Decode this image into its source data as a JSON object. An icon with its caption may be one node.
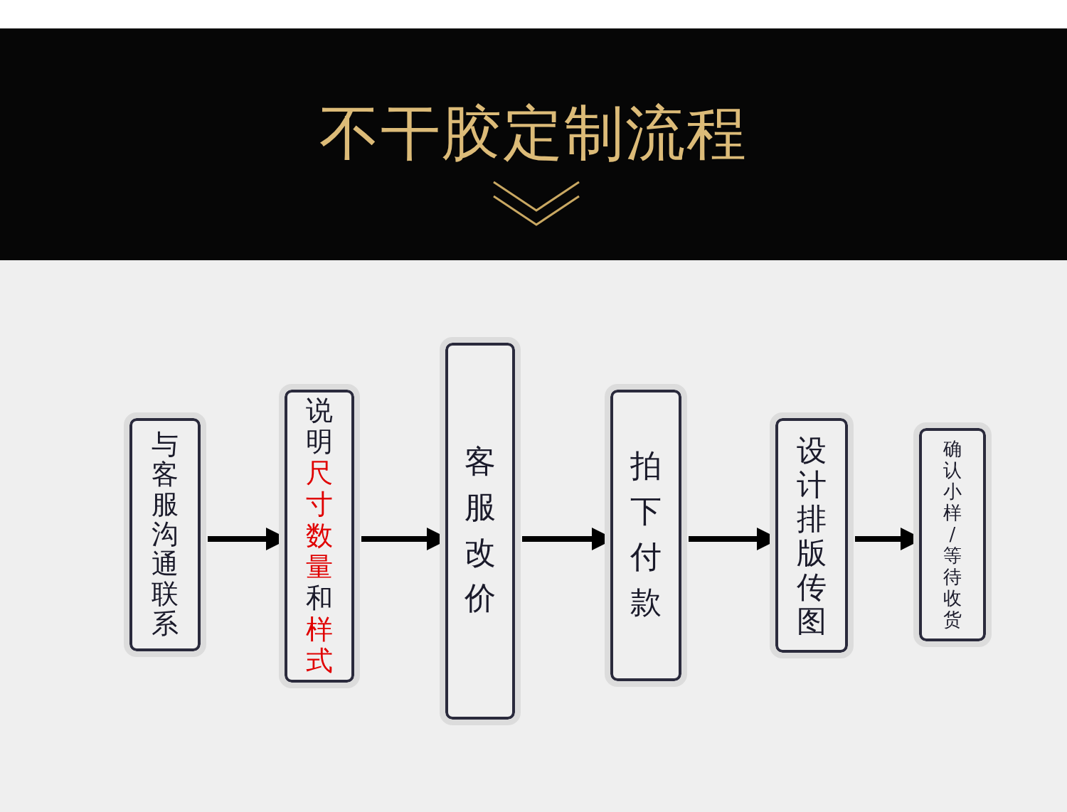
{
  "diagram": {
    "title": "不干胶定制流程",
    "nodes": [
      {
        "text": [
          "与客服沟通联系"
        ]
      },
      {
        "text": [
          "说明**尺寸数量**和**样式**"
        ]
      },
      {
        "text": [
          "客服改价"
        ]
      },
      {
        "text": [
          "拍下付款"
        ]
      },
      {
        "text": [
          "设计排版传图"
        ]
      },
      {
        "text": [
          "确认小样/等待收货"
        ]
      }
    ],
    "edges": [
      {
        "from": 0,
        "to": 1,
        "arrow": "to"
      },
      {
        "from": 1,
        "to": 2,
        "arrow": "to"
      },
      {
        "from": 2,
        "to": 3,
        "arrow": "to"
      },
      {
        "from": 3,
        "to": 4,
        "arrow": "to"
      },
      {
        "from": 4,
        "to": 5,
        "arrow": "to"
      }
    ]
  }
}
